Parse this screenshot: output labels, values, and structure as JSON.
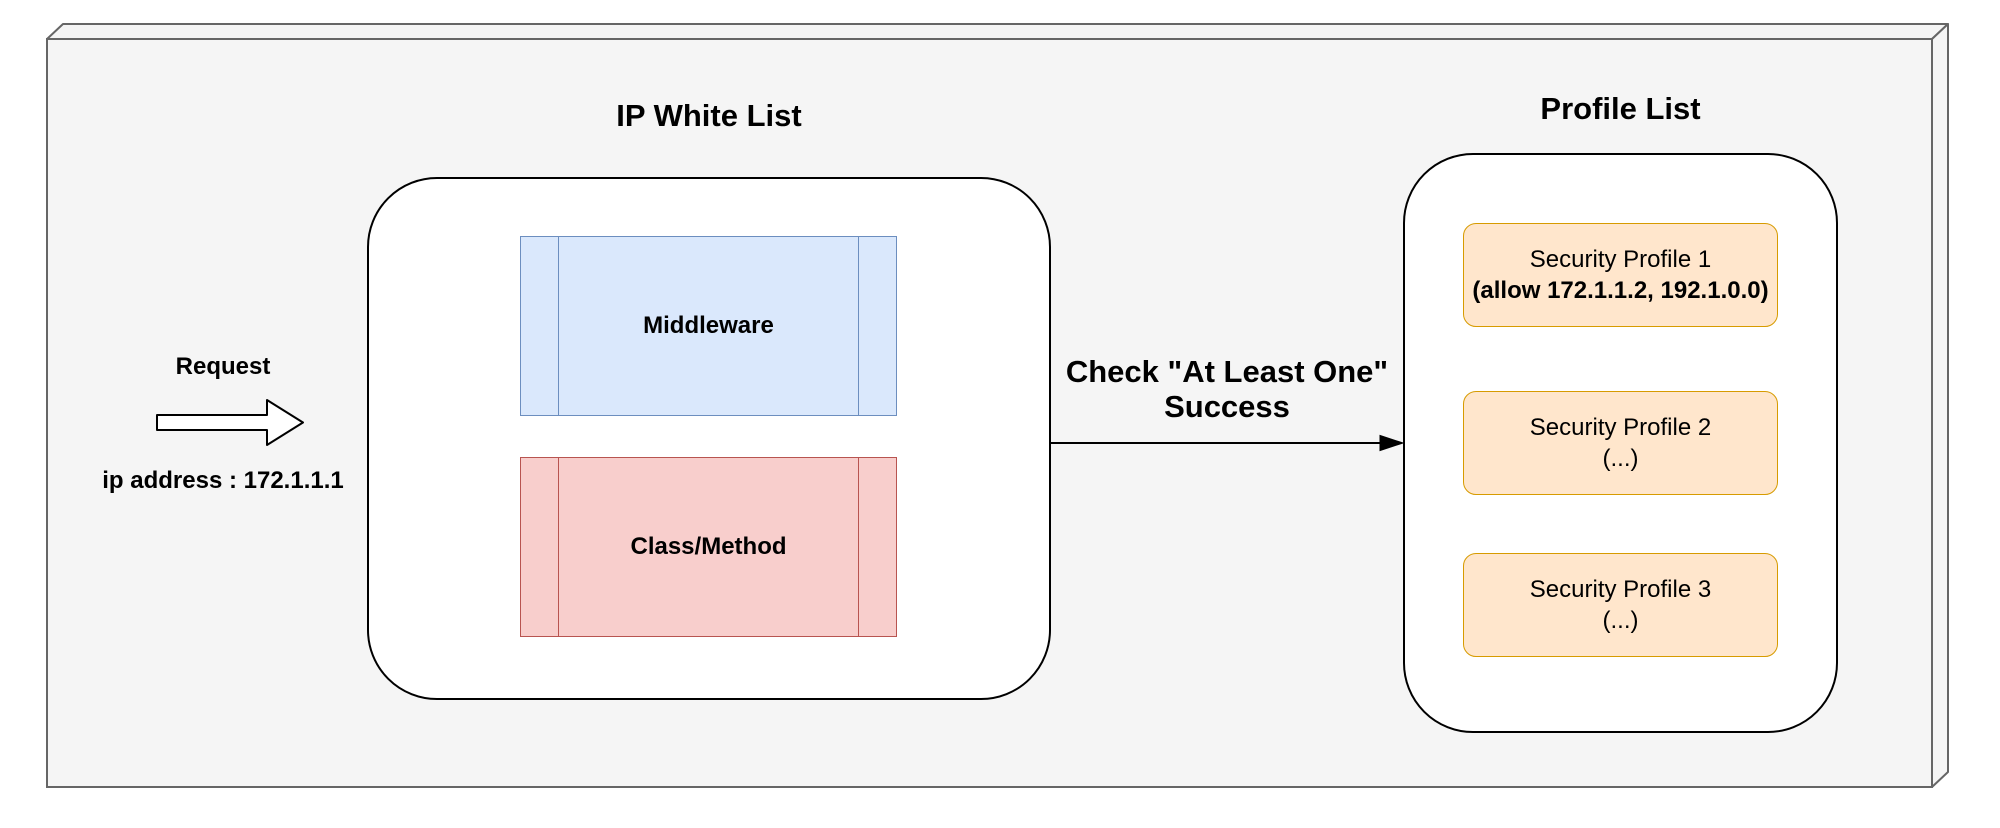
{
  "canvas": {
    "background": "#ffffff"
  },
  "system_box": {
    "fill": "#f5f5f5",
    "stroke": "#666666"
  },
  "request_flow": {
    "label": "Request",
    "ip_text": "ip address : 172.1.1.1",
    "arrow_fill": "#ffffff",
    "arrow_stroke": "#000000"
  },
  "ip_white_list": {
    "title": "IP White List",
    "boxes": [
      {
        "label": "Middleware",
        "fill": "#dae8fc",
        "stroke": "#6c8ebf"
      },
      {
        "label": "Class/Method",
        "fill": "#f8cecc",
        "stroke": "#b85450"
      }
    ]
  },
  "check_edge": {
    "line1": "Check \"At Least One\"",
    "line2": "Success",
    "stroke": "#000000"
  },
  "profile_list": {
    "title": "Profile List",
    "box_fill": "#ffe6cc",
    "box_stroke": "#d79b00",
    "profiles": [
      {
        "name": "Security Profile 1",
        "detail": "(allow 172.1.1.2, 192.1.0.0)"
      },
      {
        "name": "Security Profile 2",
        "detail": "(...)"
      },
      {
        "name": "Security Profile 3",
        "detail": "(...)"
      }
    ]
  }
}
